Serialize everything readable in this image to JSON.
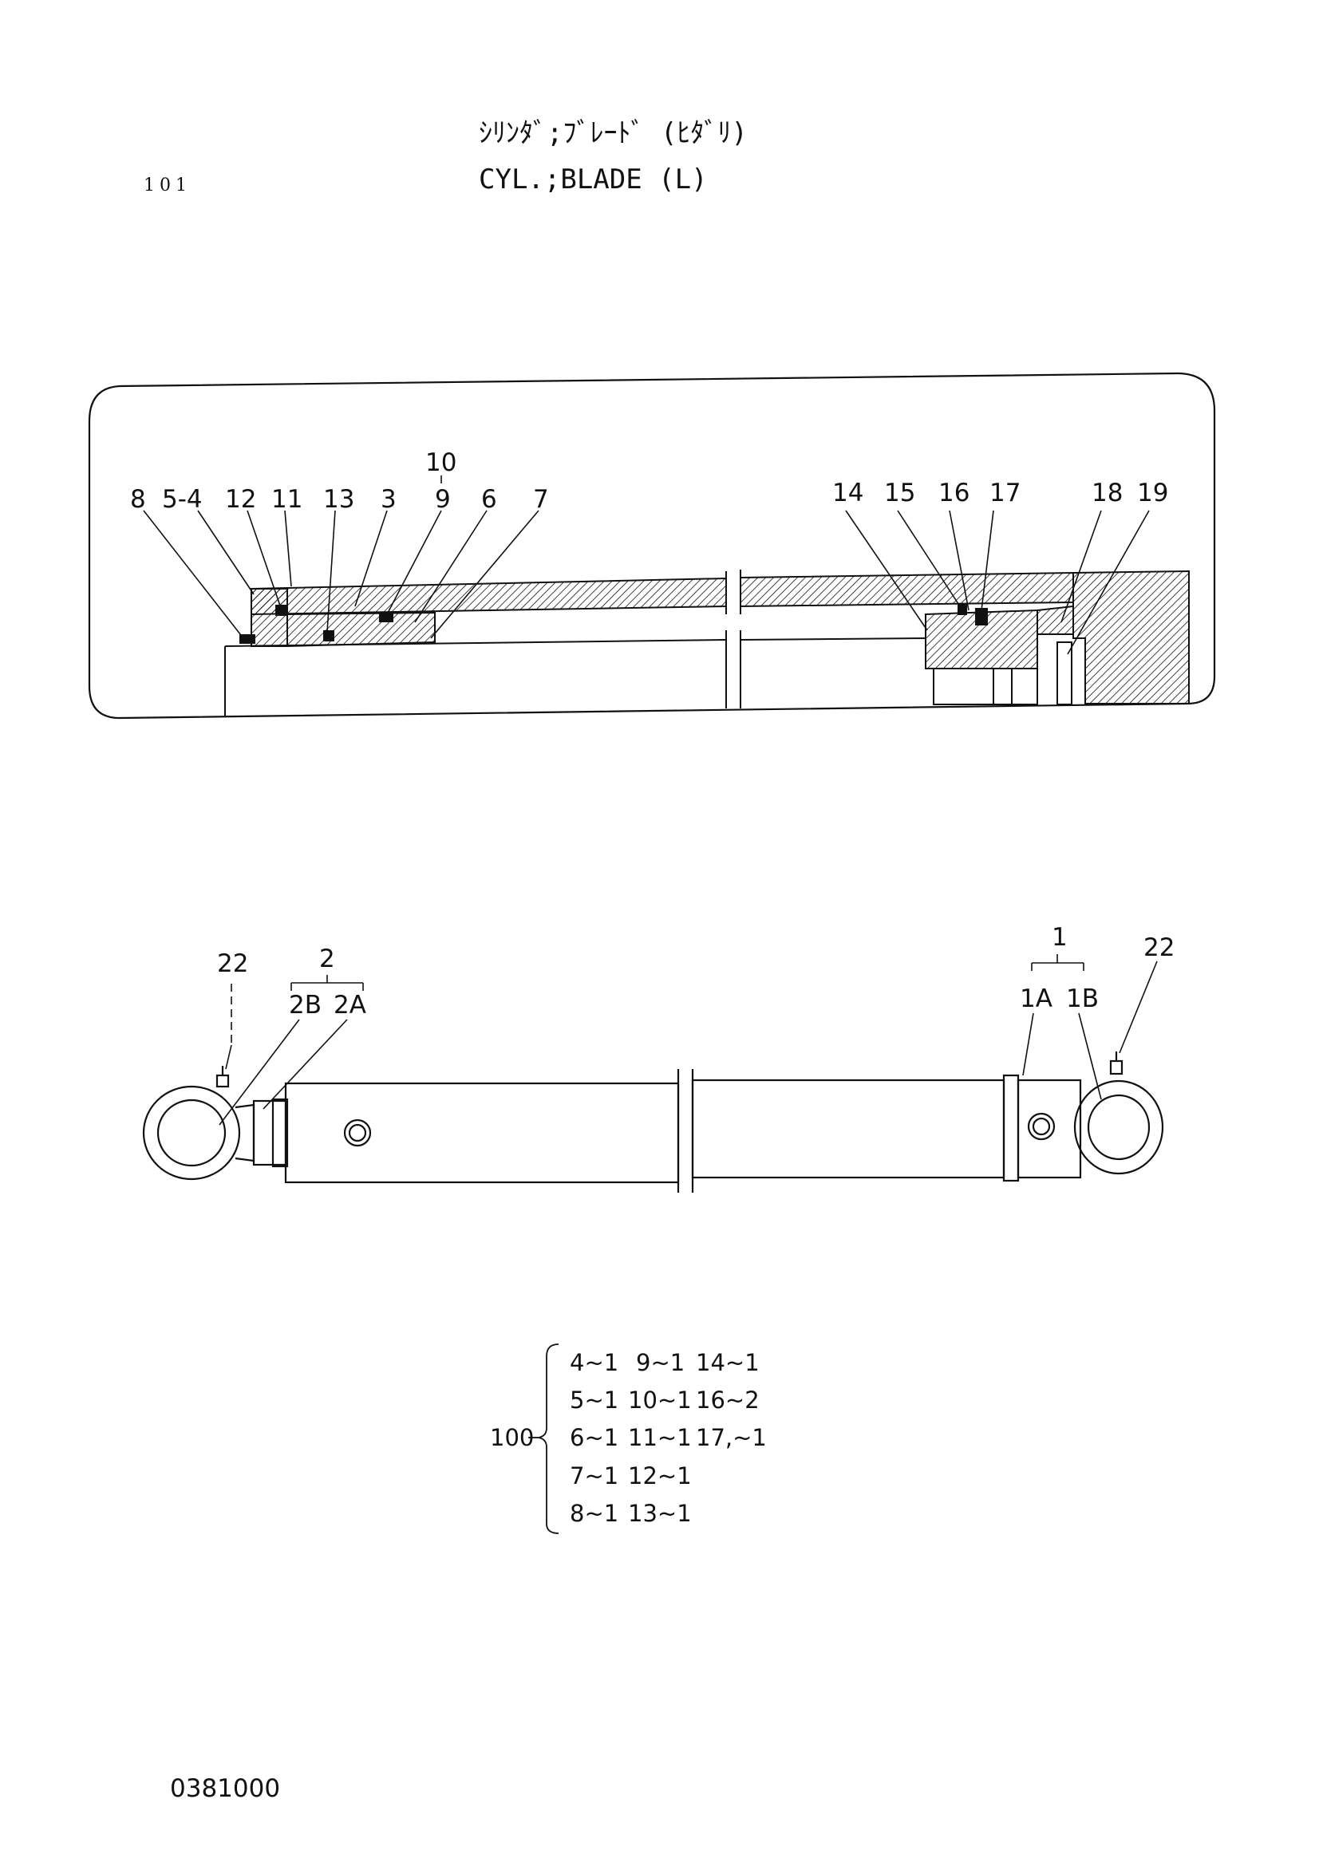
{
  "header": {
    "page_number": "101",
    "title_jp": "ｼﾘﾝﾀﾞ;ﾌﾞﾚｰﾄﾞ (ﾋﾀﾞﾘ)",
    "title_en": "CYL.;BLADE (L)"
  },
  "detail_view": {
    "labels": [
      "8",
      "5-4",
      "12",
      "11",
      "13",
      "3",
      "10",
      "9",
      "6",
      "7",
      "14",
      "15",
      "16",
      "17",
      "18",
      "19"
    ]
  },
  "assembly_view": {
    "labels": [
      "22",
      "2",
      "2B",
      "2A",
      "1",
      "1A",
      "1B",
      "22"
    ]
  },
  "kit": {
    "number": "100",
    "rows": [
      [
        "4~1",
        "9~1",
        "14~1"
      ],
      [
        "5~1",
        "10~1",
        "16~2"
      ],
      [
        "6~1",
        "11~1",
        "17,~1"
      ],
      [
        "7~1",
        "12~1",
        ""
      ],
      [
        "8~1",
        "13~1",
        ""
      ]
    ]
  },
  "footer": {
    "document_number": "0381000"
  }
}
